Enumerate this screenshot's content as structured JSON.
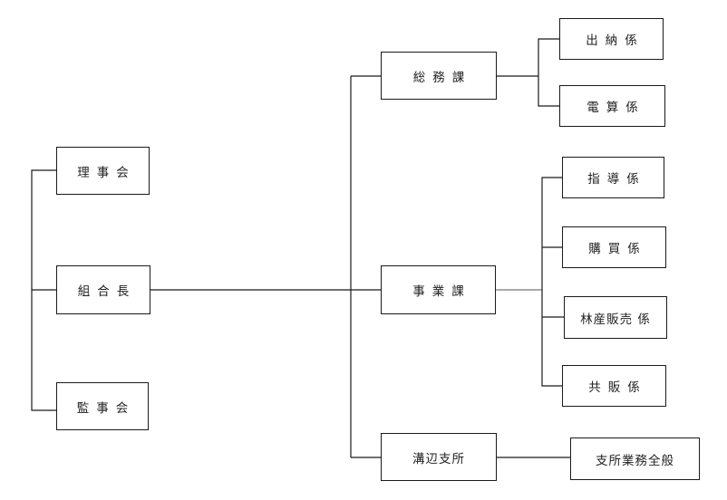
{
  "nodes": {
    "rijikai": "理事会",
    "kumiaichou": "組合長",
    "kanjikai": "監事会",
    "somuka": "総務課",
    "jigyoka": "事業課",
    "mizobeshisho": "溝辺支所",
    "suitou": "出納係",
    "densan": "電算係",
    "shido": "指導係",
    "kobai": "購買係",
    "rinsan": "林産販売 係",
    "kyohan": "共販係",
    "shisho_gyomu": "支所業務全般"
  }
}
